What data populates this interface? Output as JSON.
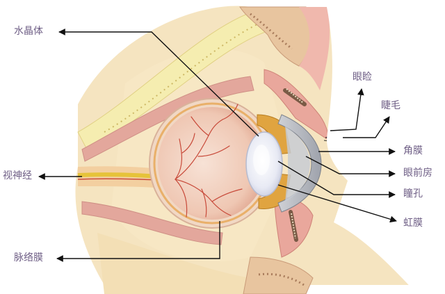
{
  "labels": {
    "lens": "水晶体",
    "eyelid": "眼睑",
    "eyelash": "睫毛",
    "cornea": "角膜",
    "anterior_chamber": "眼前房",
    "pupil": "瞳孔",
    "iris": "虹膜",
    "optic_nerve": "视神经",
    "choroid": "脉络膜"
  },
  "colors": {
    "tissue": "#f3dfb5",
    "bone": "#f5edb0",
    "sclera": "#f1d8c4",
    "muscle": "#e3a79c",
    "lens": "#e6e8f2",
    "nerve": "#e6c33a",
    "vessel": "#c84a3a",
    "leader": "#111111",
    "label_text": "#6f5f86"
  }
}
